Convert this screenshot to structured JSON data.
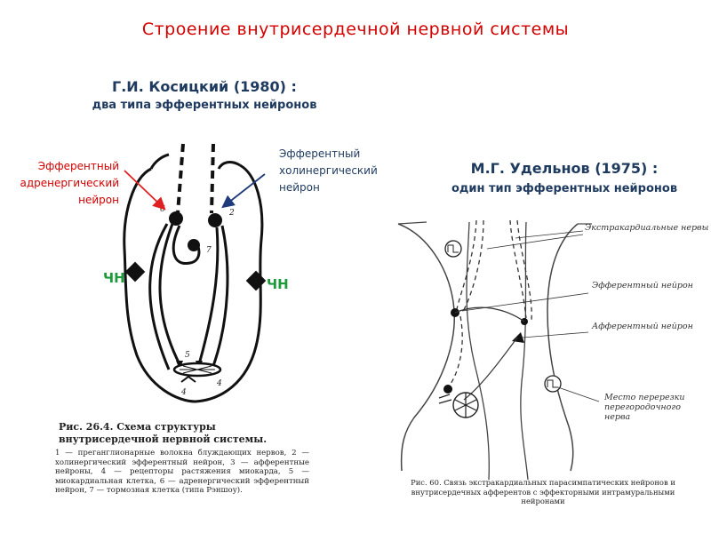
{
  "title": "Строение  внутрисердечной  нервной  системы",
  "left": {
    "heading": "Г.И. Косицкий (1980) :",
    "subheading": "два типа эфферентных нейронов",
    "adrenergic_label": "Эфферентный адренергический нейрон",
    "cholinergic_label": "Эфферентный холинергический нейрон",
    "chn_label_left": "ЧН",
    "chn_label_right": "ЧН",
    "figure_numbers": [
      "6",
      "2",
      "7",
      "5",
      "4",
      "4"
    ],
    "caption_title": "Рис. 26.4. Схема структуры внутрисердечной нервной системы.",
    "caption_body": "1 — преганглионарные волокна блуждающих нервов, 2 — холинергический эфферентный нейрон, 3 — афферентные нейроны, 4 — рецепторы растяжения миокарда, 5 — миокардиальная клетка, 6 — адренергический эфферентный нейрон, 7 — тормозная клетка (типа Рэншоу)."
  },
  "right": {
    "heading": "М.Г. Удельнов (1975) :",
    "subheading": "один тип эфферентных нейронов",
    "labels": {
      "extracardiac": "Экстракардиальные нервы",
      "efferent": "Эфферентный нейрон",
      "afferent": "Афферентный нейрон",
      "cut_site": "Место перерезки перегородочного нерва"
    },
    "caption": "Рис. 60. Связь экстракардиальных парасимпатических нейронов и внутрисердечных афферентов с эффекторными интрамуральными нейронами"
  },
  "colors": {
    "title_red": "#d40000",
    "heading_navy": "#1f3a5f",
    "chn_green": "#1d9a3a",
    "arrow_red": "#e02020",
    "arrow_navy": "#1f3a7a"
  }
}
